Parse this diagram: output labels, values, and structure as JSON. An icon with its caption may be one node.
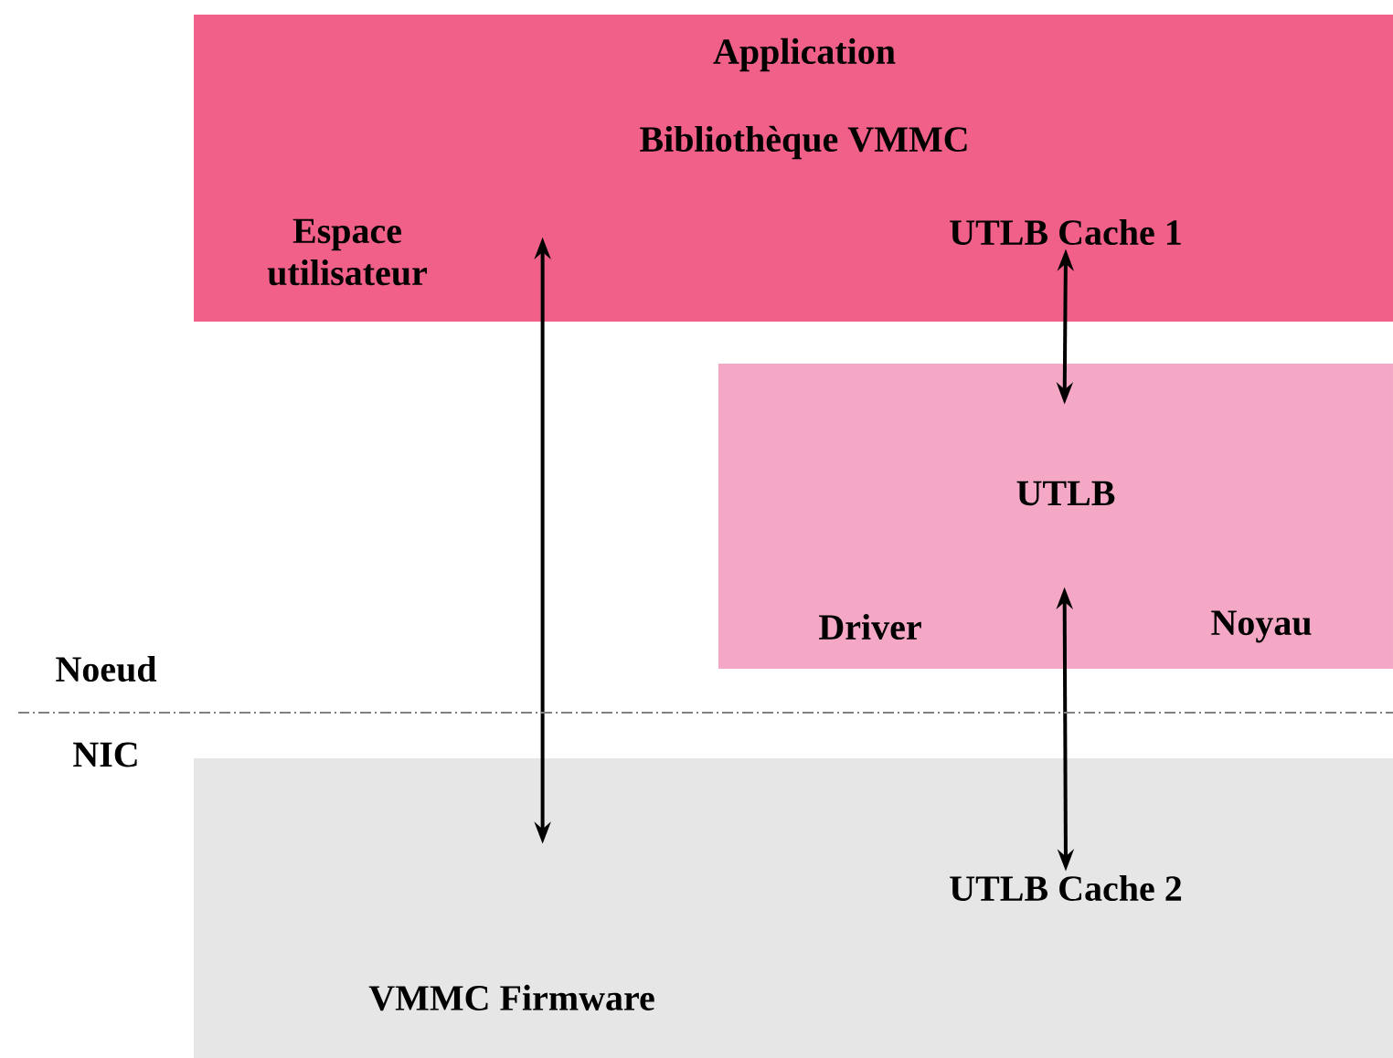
{
  "diagram": {
    "nodes": [
      {
        "text": [
          "Application",
          "Bibliothèque VMMC",
          "Espace utilisateur"
        ]
      },
      {
        "text": [
          "UTLB Cache 1"
        ],
        "in": 0
      },
      {
        "text": [
          "UTLB",
          "Driver",
          "Noyau"
        ]
      },
      {
        "text": [
          "VMMC Firmware"
        ]
      },
      {
        "text": [
          "UTLB Cache 2"
        ],
        "in": 3
      }
    ],
    "edges": [
      {
        "from": 0,
        "to": 3,
        "arrow": "both"
      },
      {
        "from": 1,
        "to": 2,
        "arrow": "both"
      },
      {
        "from": 2,
        "to": 4,
        "arrow": "both"
      }
    ],
    "labels": [
      "Noeud",
      "NIC"
    ]
  }
}
